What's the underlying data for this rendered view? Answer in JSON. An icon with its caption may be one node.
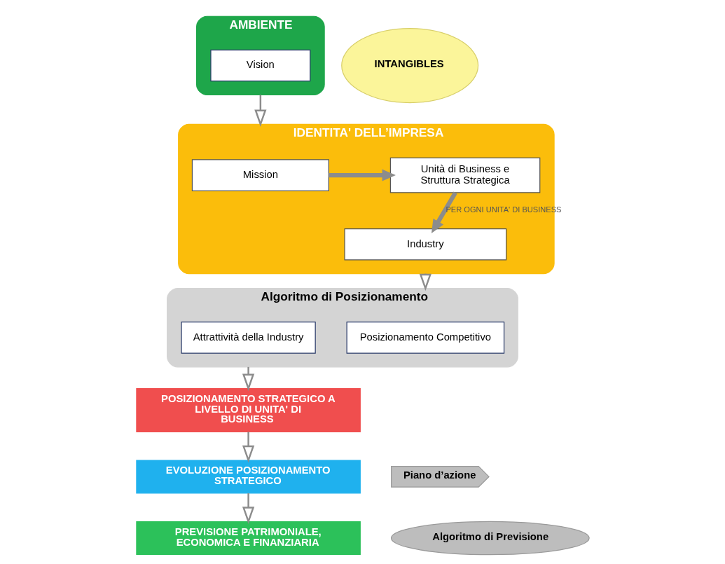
{
  "diagram": {
    "nodes": [
      {
        "text": [
          "AMBIENTE"
        ]
      },
      {
        "text": [
          "Vision"
        ],
        "in": 0
      },
      {
        "text": [
          "IDENTITA' DELL’IMPRESA"
        ]
      },
      {
        "text": [
          "Mission"
        ],
        "in": 2
      },
      {
        "text": [
          "Unità di Business e Struttura Strategica"
        ],
        "in": 2
      },
      {
        "text": [
          "Industry"
        ],
        "in": 2
      },
      {
        "text": [
          "Algoritmo di Posizionamento"
        ]
      },
      {
        "text": [
          "Posizionamento Competitivo"
        ],
        "in": 6
      },
      {
        "text": [
          "Attrattività della Industry"
        ],
        "in": 6
      },
      {
        "text": [
          "INTANGIBLES"
        ]
      },
      {
        "text": [
          "POSIZIONAMENTO STRATEGICO A LIVELLO DI UNITA' DI BUSINESS"
        ]
      },
      {
        "text": [
          "Piano d’azione"
        ]
      },
      {
        "text": [
          "EVOLUZIONE POSIZIONAMENTO STRATEGICO"
        ]
      },
      {
        "text": [
          "Algoritmo di Previsione"
        ]
      },
      {
        "text": [
          "PREVISIONE PATRIMONIALE, ECONOMICA E FINANZIARIA"
        ]
      }
    ],
    "edges": [
      {
        "from": 0,
        "to": 2,
        "arrow": "to"
      },
      {
        "from": 3,
        "to": 4,
        "arrow": "to",
        "style": "thick"
      },
      {
        "from": 4,
        "to": 5,
        "arrow": "to",
        "style": "thick",
        "label": "PER OGNI UNITA' DI BUSINESS"
      },
      {
        "from": 2,
        "to": 6,
        "arrow": "to"
      },
      {
        "from": 6,
        "to": 10,
        "arrow": "to"
      },
      {
        "from": 10,
        "to": 12,
        "arrow": "to"
      },
      {
        "from": 12,
        "to": 14,
        "arrow": "to"
      }
    ]
  }
}
